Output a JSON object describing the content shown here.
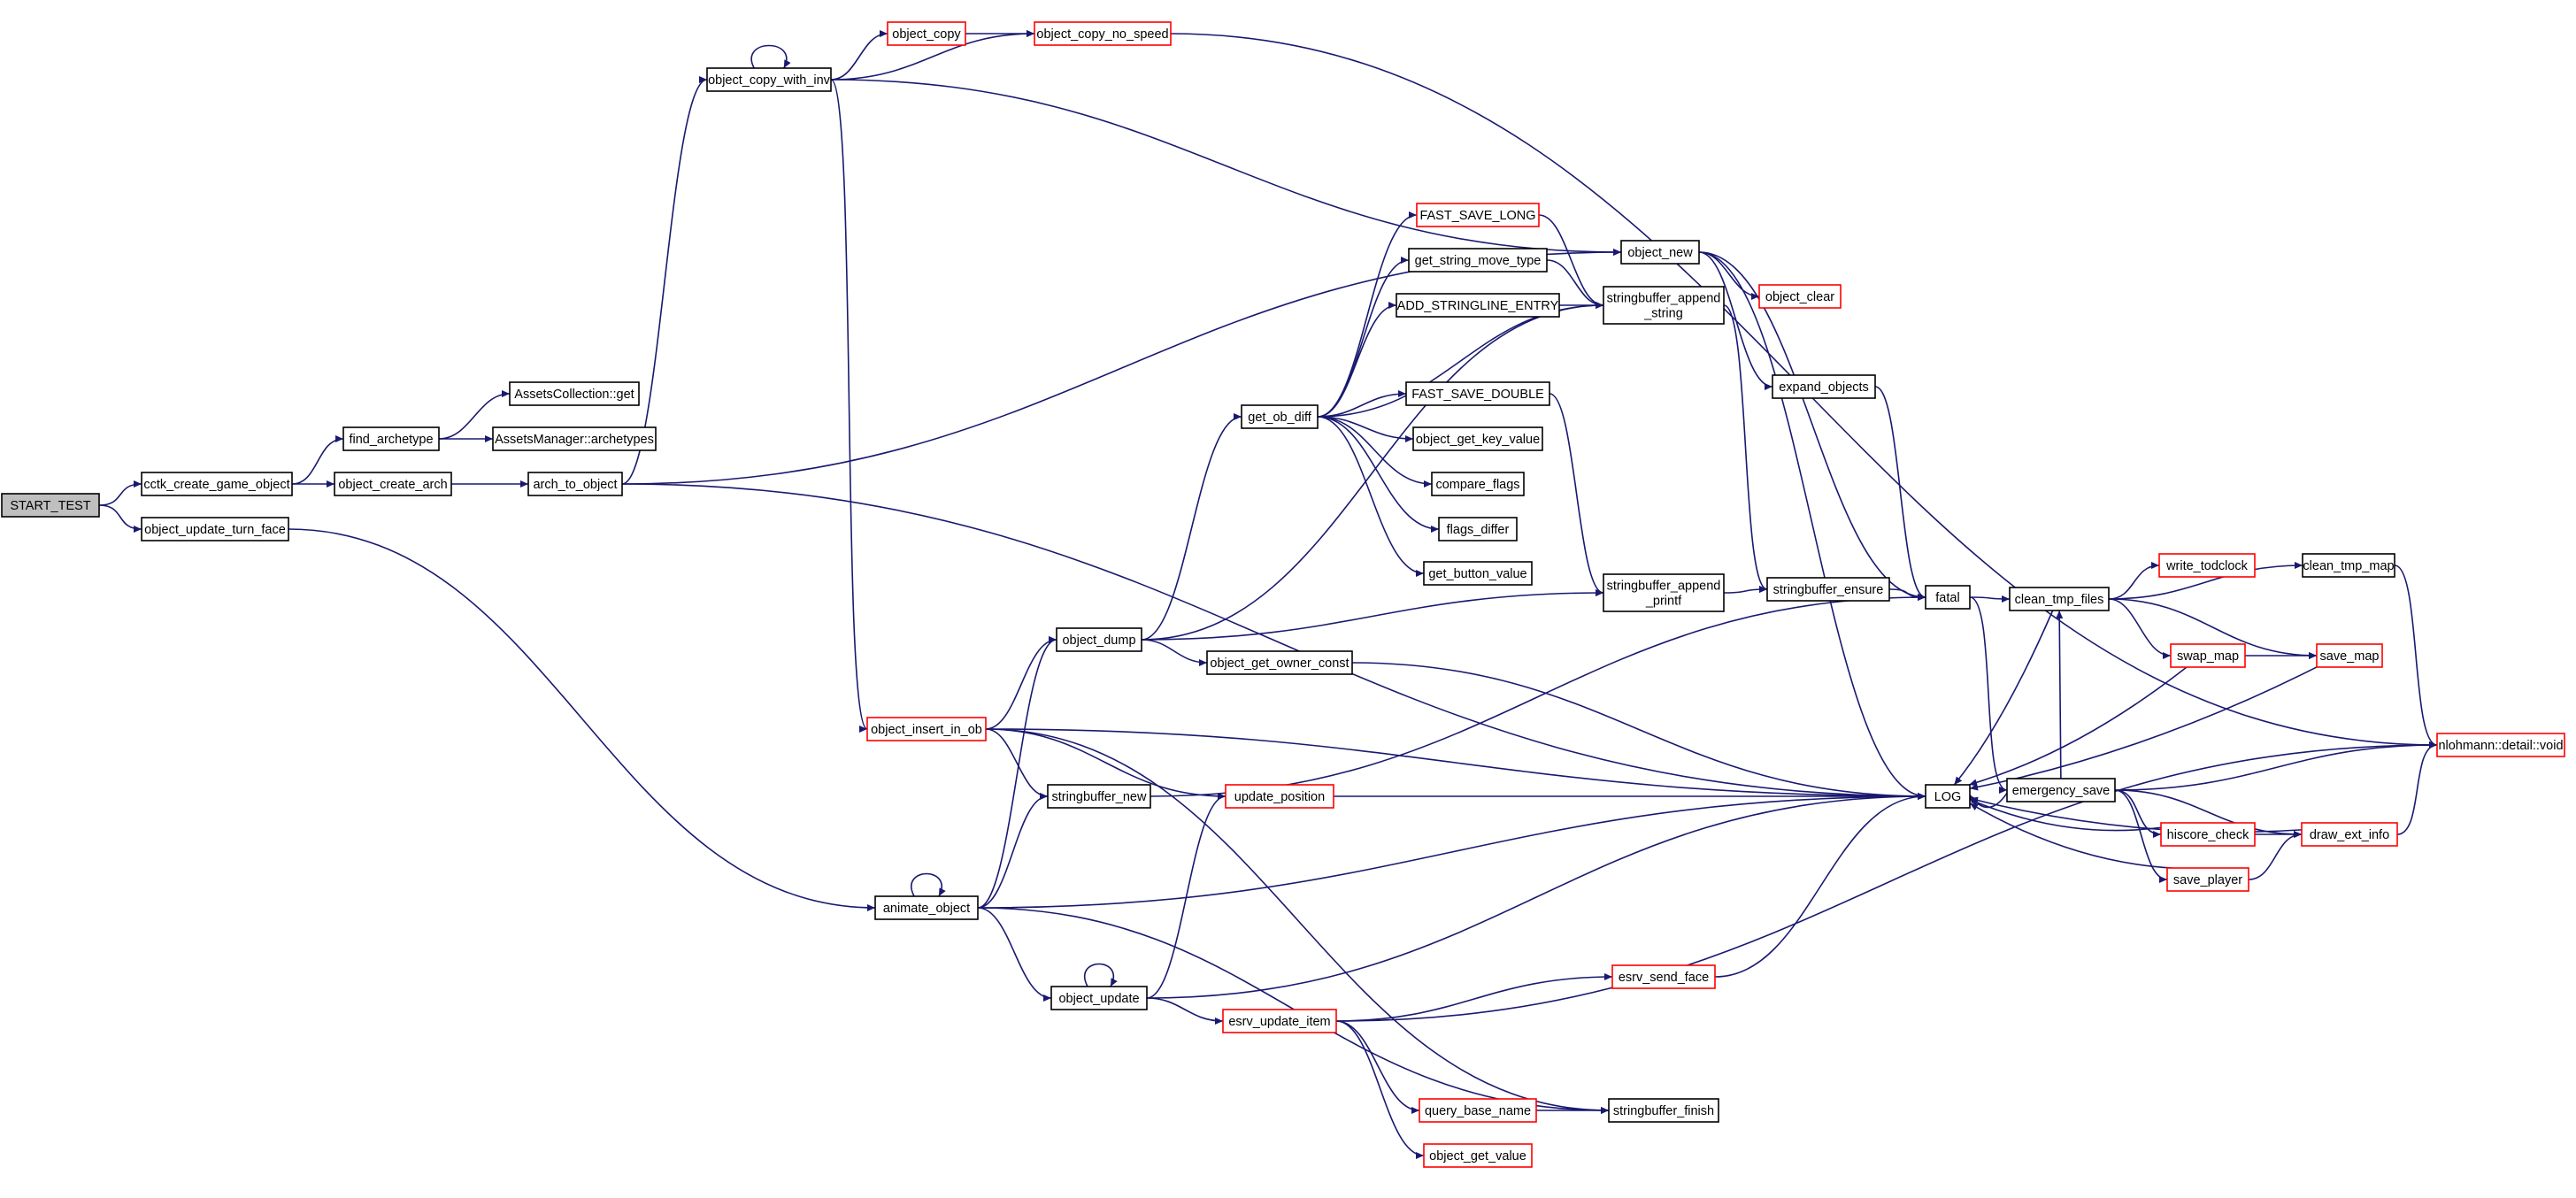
{
  "colors": {
    "edge": "#191970",
    "node_default_border": "#000000",
    "node_truncated_border": "#ff0000",
    "node_root_fill": "#bfbfbf",
    "node_fill": "#ffffff",
    "background": "#ffffff"
  },
  "nodes": [
    {
      "id": "start_test",
      "label": "START_TEST",
      "root": true
    },
    {
      "id": "cctk_create_game_object",
      "label": "cctk_create_game_object"
    },
    {
      "id": "object_update_turn_face",
      "label": "object_update_turn_face"
    },
    {
      "id": "find_archetype",
      "label": "find_archetype"
    },
    {
      "id": "object_create_arch",
      "label": "object_create_arch"
    },
    {
      "id": "assetscollection_get",
      "label": "AssetsCollection::get"
    },
    {
      "id": "assetsmanager_archetypes",
      "label": "AssetsManager::archetypes"
    },
    {
      "id": "arch_to_object",
      "label": "arch_to_object"
    },
    {
      "id": "object_copy_with_inv",
      "label": "object_copy_with_inv"
    },
    {
      "id": "object_copy",
      "label": "object_copy",
      "truncated": true
    },
    {
      "id": "object_copy_no_speed",
      "label": "object_copy_no_speed",
      "truncated": true
    },
    {
      "id": "object_new",
      "label": "object_new"
    },
    {
      "id": "object_clear",
      "label": "object_clear",
      "truncated": true
    },
    {
      "id": "expand_objects",
      "label": "expand_objects"
    },
    {
      "id": "fast_save_long",
      "label": "FAST_SAVE_LONG",
      "truncated": true
    },
    {
      "id": "get_string_move_type",
      "label": "get_string_move_type"
    },
    {
      "id": "add_stringline_entry",
      "label": "ADD_STRINGLINE_ENTRY"
    },
    {
      "id": "stringbuffer_append_string",
      "label": [
        "stringbuffer_append",
        "_string"
      ]
    },
    {
      "id": "get_ob_diff",
      "label": "get_ob_diff"
    },
    {
      "id": "fast_save_double",
      "label": "FAST_SAVE_DOUBLE"
    },
    {
      "id": "object_get_key_value",
      "label": "object_get_key_value"
    },
    {
      "id": "compare_flags",
      "label": "compare_flags"
    },
    {
      "id": "flags_differ",
      "label": "flags_differ"
    },
    {
      "id": "get_button_value",
      "label": "get_button_value"
    },
    {
      "id": "stringbuffer_append_printf",
      "label": [
        "stringbuffer_append",
        "_printf"
      ]
    },
    {
      "id": "stringbuffer_ensure",
      "label": "stringbuffer_ensure"
    },
    {
      "id": "fatal",
      "label": "fatal"
    },
    {
      "id": "clean_tmp_files",
      "label": "clean_tmp_files"
    },
    {
      "id": "write_todclock",
      "label": "write_todclock",
      "truncated": true
    },
    {
      "id": "clean_tmp_map",
      "label": "clean_tmp_map"
    },
    {
      "id": "swap_map",
      "label": "swap_map",
      "truncated": true
    },
    {
      "id": "save_map",
      "label": "save_map",
      "truncated": true
    },
    {
      "id": "nlohmann_detail_void",
      "label": "nlohmann::detail::void",
      "truncated": true
    },
    {
      "id": "object_dump",
      "label": "object_dump"
    },
    {
      "id": "object_get_owner_const",
      "label": "object_get_owner_const"
    },
    {
      "id": "object_insert_in_ob",
      "label": "object_insert_in_ob",
      "truncated": true
    },
    {
      "id": "stringbuffer_new",
      "label": "stringbuffer_new"
    },
    {
      "id": "update_position",
      "label": "update_position",
      "truncated": true
    },
    {
      "id": "log",
      "label": "LOG"
    },
    {
      "id": "emergency_save",
      "label": "emergency_save"
    },
    {
      "id": "hiscore_check",
      "label": "hiscore_check",
      "truncated": true
    },
    {
      "id": "draw_ext_info",
      "label": "draw_ext_info",
      "truncated": true
    },
    {
      "id": "save_player",
      "label": "save_player",
      "truncated": true
    },
    {
      "id": "animate_object",
      "label": "animate_object"
    },
    {
      "id": "object_update",
      "label": "object_update"
    },
    {
      "id": "esrv_send_face",
      "label": "esrv_send_face",
      "truncated": true
    },
    {
      "id": "esrv_update_item",
      "label": "esrv_update_item",
      "truncated": true
    },
    {
      "id": "query_base_name",
      "label": "query_base_name",
      "truncated": true
    },
    {
      "id": "stringbuffer_finish",
      "label": "stringbuffer_finish"
    },
    {
      "id": "object_get_value",
      "label": "object_get_value",
      "truncated": true
    }
  ],
  "edges": [
    [
      "start_test",
      "cctk_create_game_object"
    ],
    [
      "start_test",
      "object_update_turn_face"
    ],
    [
      "cctk_create_game_object",
      "find_archetype"
    ],
    [
      "cctk_create_game_object",
      "object_create_arch"
    ],
    [
      "find_archetype",
      "assetscollection_get"
    ],
    [
      "find_archetype",
      "assetsmanager_archetypes"
    ],
    [
      "object_create_arch",
      "arch_to_object"
    ],
    [
      "arch_to_object",
      "object_copy_with_inv"
    ],
    [
      "arch_to_object",
      "object_new"
    ],
    [
      "arch_to_object",
      "log"
    ],
    [
      "object_copy_with_inv",
      "object_copy_with_inv"
    ],
    [
      "object_copy_with_inv",
      "object_copy"
    ],
    [
      "object_copy_with_inv",
      "object_copy_no_speed"
    ],
    [
      "object_copy_with_inv",
      "object_new"
    ],
    [
      "object_copy_with_inv",
      "object_insert_in_ob"
    ],
    [
      "object_copy",
      "object_copy_no_speed"
    ],
    [
      "object_copy_no_speed",
      "nlohmann_detail_void"
    ],
    [
      "object_new",
      "object_clear"
    ],
    [
      "object_new",
      "expand_objects"
    ],
    [
      "object_new",
      "fatal"
    ],
    [
      "object_new",
      "log"
    ],
    [
      "expand_objects",
      "fatal"
    ],
    [
      "fast_save_long",
      "stringbuffer_append_string"
    ],
    [
      "get_string_move_type",
      "stringbuffer_append_string"
    ],
    [
      "add_stringline_entry",
      "stringbuffer_append_string"
    ],
    [
      "stringbuffer_append_string",
      "stringbuffer_ensure"
    ],
    [
      "get_ob_diff",
      "fast_save_long"
    ],
    [
      "get_ob_diff",
      "get_string_move_type"
    ],
    [
      "get_ob_diff",
      "add_stringline_entry"
    ],
    [
      "get_ob_diff",
      "stringbuffer_append_string"
    ],
    [
      "get_ob_diff",
      "fast_save_double"
    ],
    [
      "get_ob_diff",
      "object_get_key_value"
    ],
    [
      "get_ob_diff",
      "compare_flags"
    ],
    [
      "get_ob_diff",
      "flags_differ"
    ],
    [
      "get_ob_diff",
      "get_button_value"
    ],
    [
      "fast_save_double",
      "stringbuffer_append_printf"
    ],
    [
      "stringbuffer_append_printf",
      "stringbuffer_ensure"
    ],
    [
      "stringbuffer_ensure",
      "fatal"
    ],
    [
      "fatal",
      "clean_tmp_files"
    ],
    [
      "fatal",
      "emergency_save"
    ],
    [
      "clean_tmp_files",
      "write_todclock"
    ],
    [
      "clean_tmp_files",
      "clean_tmp_map"
    ],
    [
      "clean_tmp_files",
      "swap_map"
    ],
    [
      "clean_tmp_files",
      "save_map"
    ],
    [
      "clean_tmp_files",
      "log"
    ],
    [
      "clean_tmp_map",
      "nlohmann_detail_void"
    ],
    [
      "swap_map",
      "save_map"
    ],
    [
      "swap_map",
      "log"
    ],
    [
      "save_map",
      "log"
    ],
    [
      "object_dump",
      "stringbuffer_append_string"
    ],
    [
      "object_dump",
      "get_ob_diff"
    ],
    [
      "object_dump",
      "stringbuffer_append_printf"
    ],
    [
      "object_dump",
      "object_get_owner_const"
    ],
    [
      "object_get_owner_const",
      "log"
    ],
    [
      "object_insert_in_ob",
      "object_dump"
    ],
    [
      "object_insert_in_ob",
      "stringbuffer_new"
    ],
    [
      "object_insert_in_ob",
      "update_position"
    ],
    [
      "object_insert_in_ob",
      "log"
    ],
    [
      "object_insert_in_ob",
      "stringbuffer_finish"
    ],
    [
      "stringbuffer_new",
      "fatal"
    ],
    [
      "update_position",
      "log"
    ],
    [
      "emergency_save",
      "clean_tmp_files"
    ],
    [
      "emergency_save",
      "log"
    ],
    [
      "emergency_save",
      "hiscore_check"
    ],
    [
      "emergency_save",
      "save_player"
    ],
    [
      "emergency_save",
      "draw_ext_info"
    ],
    [
      "emergency_save",
      "nlohmann_detail_void"
    ],
    [
      "hiscore_check",
      "log"
    ],
    [
      "hiscore_check",
      "draw_ext_info"
    ],
    [
      "save_player",
      "log"
    ],
    [
      "save_player",
      "draw_ext_info"
    ],
    [
      "draw_ext_info",
      "log"
    ],
    [
      "draw_ext_info",
      "nlohmann_detail_void"
    ],
    [
      "object_update_turn_face",
      "animate_object"
    ],
    [
      "animate_object",
      "animate_object"
    ],
    [
      "animate_object",
      "object_dump"
    ],
    [
      "animate_object",
      "stringbuffer_new"
    ],
    [
      "animate_object",
      "log"
    ],
    [
      "animate_object",
      "object_update"
    ],
    [
      "animate_object",
      "stringbuffer_finish"
    ],
    [
      "object_update",
      "object_update"
    ],
    [
      "object_update",
      "update_position"
    ],
    [
      "object_update",
      "log"
    ],
    [
      "object_update",
      "esrv_update_item"
    ],
    [
      "esrv_update_item",
      "esrv_send_face"
    ],
    [
      "esrv_update_item",
      "nlohmann_detail_void"
    ],
    [
      "esrv_update_item",
      "query_base_name"
    ],
    [
      "esrv_update_item",
      "object_get_value"
    ],
    [
      "esrv_send_face",
      "log"
    ],
    [
      "query_base_name",
      "stringbuffer_finish"
    ]
  ]
}
